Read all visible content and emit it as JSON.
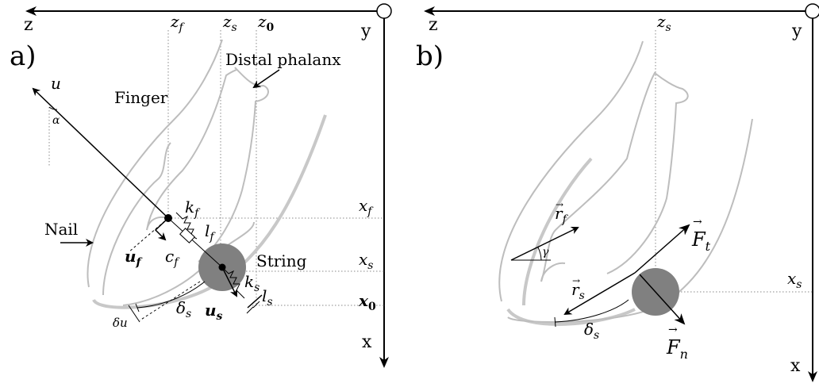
{
  "panel_a": {
    "label": "a)",
    "axes": {
      "z": "z",
      "y": "y",
      "x": "x"
    },
    "guides": {
      "z_f": "z",
      "z_f_sub": "f",
      "z_s": "z",
      "z_s_sub": "s",
      "z_0": "z",
      "z_0_sub": "0",
      "x_f": "x",
      "x_f_sub": "f",
      "x_s": "x",
      "x_s_sub": "s",
      "x_0": "x",
      "x_0_sub": "0"
    },
    "labels": {
      "distal_phalanx": "Distal phalanx",
      "finger": "Finger",
      "nail": "Nail",
      "string": "String",
      "u": "u",
      "alpha": "α",
      "k_f": "k",
      "k_f_sub": "f",
      "l_f": "l",
      "l_f_sub": "f",
      "c_f": "c",
      "c_f_sub": "f",
      "u_f": "u",
      "u_f_sub": "f",
      "k_s": "k",
      "k_s_sub": "s",
      "l_s": "l",
      "l_s_sub": "s",
      "u_s": "u",
      "u_s_sub": "s",
      "delta_s": "δ",
      "delta_s_sub": "s",
      "delta_u": "δu"
    }
  },
  "panel_b": {
    "label": "b)",
    "axes": {
      "z": "z",
      "y": "y",
      "x": "x"
    },
    "guides": {
      "z_s": "z",
      "z_s_sub": "s",
      "x_s": "x",
      "x_s_sub": "s"
    },
    "labels": {
      "r_f": "r",
      "r_f_sub": "f",
      "r_arrow": "→",
      "gamma": "γ",
      "F_t": "F",
      "F_t_sub": "t",
      "F_arrow": "→",
      "r_s": "r",
      "r_s_sub": "s",
      "F_n": "F",
      "F_n_sub": "n",
      "delta_s": "δ",
      "delta_s_sub": "s"
    }
  },
  "colors": {
    "outline": "#bdbdbd",
    "string_disc": "#808080",
    "ink": "#000000"
  }
}
